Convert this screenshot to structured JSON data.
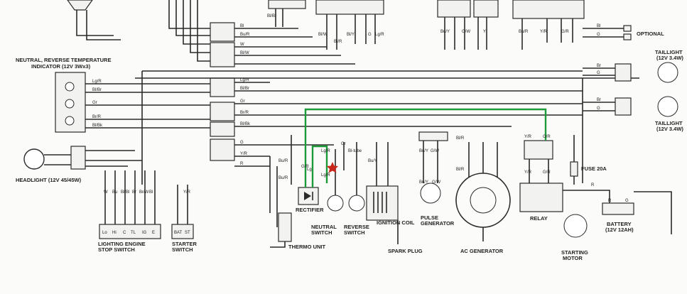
{
  "components": {
    "indicator": "NEUTRAL, REVERSE TEMPERATURE",
    "indicator_sub": "INDICATOR  (12V 3Wx3)",
    "headlight": "HEADLIGHT  (12V 45/45W)",
    "lighting_switch": "LIGHTING ENGINE",
    "lighting_switch2": "STOP SWITCH",
    "starter_switch": "STARTER",
    "starter_switch2": "SWITCH",
    "rectifier": "RECTIFIER",
    "neutral_switch": "NEUTRAL",
    "neutral_switch2": "SWITCH",
    "reverse_switch": "REVERSE",
    "reverse_switch2": "SWITCH",
    "thermo": "THERMO UNIT",
    "ignition_coil": "IGNITION COIL",
    "spark_plug": "SPARK PLUG",
    "pulse_gen": "PULSE",
    "pulse_gen2": "GENERATOR",
    "ac_gen": "AC GENERATOR",
    "relay": "RELAY",
    "starting_motor": "STARTING",
    "starting_motor2": "MOTOR",
    "battery": "BATTERY",
    "battery_sub": "(12V 12AH)",
    "fuse": "FUSE  20A",
    "optional": "OPTIONAL",
    "taillight1": "TAILLIGHT",
    "taillight1_sub": "(12V 3.4W)",
    "taillight2": "TAILLIGHT",
    "taillight2_sub": "(12V 3.4W)",
    "bi_tube": "Bl-tube"
  },
  "wire_labels": {
    "bl": "Bl",
    "bu_r": "Bu/R",
    "w": "W",
    "bl_w": "Bl/W",
    "lg_r": "Lg/R",
    "bl_br": "Bl/Br",
    "gr": "Gr",
    "br_r": "Br/R",
    "bl_bk": "Bl/Bk",
    "g": "G",
    "y_r": "Y/R",
    "r": "R",
    "bu": "Bu",
    "y": "Y",
    "g_w": "G/W",
    "bu_y": "Bu/Y",
    "bl_r": "Bl/R",
    "bl_y": "Bl/Y",
    "br_w": "Br/W",
    "g_r": "G/R",
    "bl_bl": "Bl/Bl",
    "lg": "Lg",
    "bu_bl": "Bu/Bl",
    "br": "Br",
    "b": "B"
  },
  "switch_terms": {
    "lighting": [
      "Lo",
      "Hi",
      "C",
      "TL",
      "IG",
      "E"
    ],
    "starter": [
      "BAT",
      "ST"
    ]
  },
  "colors": {
    "highlight": "#1f9a3a",
    "marker": "#c8261b",
    "ink": "#2a2a2a"
  }
}
